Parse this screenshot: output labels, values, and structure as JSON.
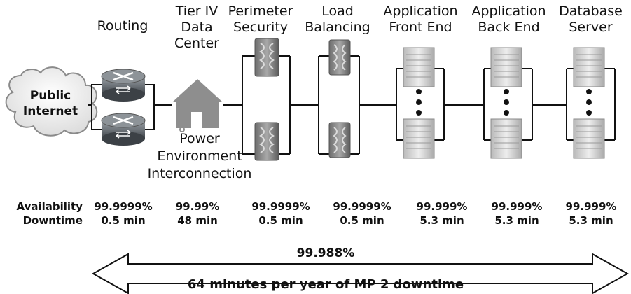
{
  "headers": {
    "routing": [
      "Routing"
    ],
    "datacenter": [
      "Tier IV",
      "Data",
      "Center"
    ],
    "perimeter": [
      "Perimeter",
      "Security"
    ],
    "load": [
      "Load",
      "Balancing"
    ],
    "app_front": [
      "Application",
      "Front End"
    ],
    "app_back": [
      "Application",
      "Back End"
    ],
    "database": [
      "Database",
      "Server"
    ]
  },
  "cloud": [
    "Public",
    "Internet"
  ],
  "power": [
    "Power",
    "Environment",
    "Interconnection"
  ],
  "row_labels": {
    "availability": "Availability",
    "downtime": "Downtime"
  },
  "metrics": [
    {
      "availability": "99.9999%",
      "downtime": "0.5 min"
    },
    {
      "availability": "99.99%",
      "downtime": "48 min"
    },
    {
      "availability": "99.9999%",
      "downtime": "0.5 min"
    },
    {
      "availability": "99.9999%",
      "downtime": "0.5 min"
    },
    {
      "availability": "99.999%",
      "downtime": "5.3 min"
    },
    {
      "availability": "99.999%",
      "downtime": "5.3 min"
    },
    {
      "availability": "99.999%",
      "downtime": "5.3 min"
    }
  ],
  "total": {
    "availability": "99.988%",
    "downtime": "64 minutes per year of MP 2 downtime"
  }
}
